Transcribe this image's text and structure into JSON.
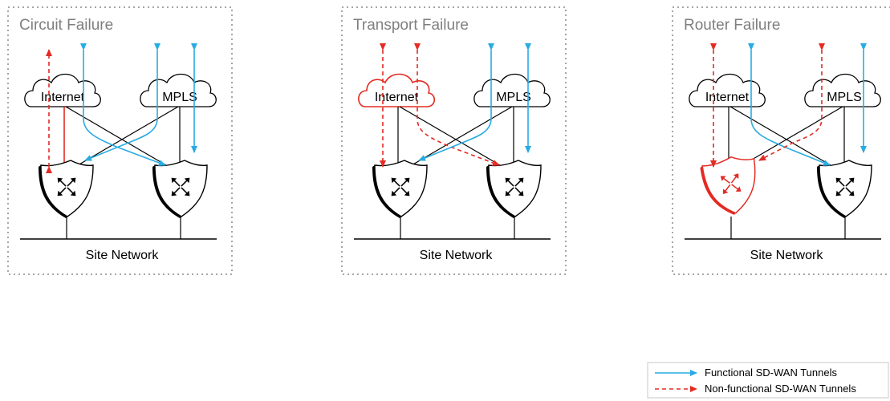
{
  "colors": {
    "functional": "#29abe2",
    "nonfunctional": "#e32b23",
    "border": "#a6a6a6",
    "title": "#7f7f7f"
  },
  "panels": [
    {
      "title": "Circuit Failure",
      "internet_label": "Internet",
      "mpls_label": "MPLS",
      "site_label": "Site Network",
      "failed_element": "internet-circuit-left-router"
    },
    {
      "title": "Transport Failure",
      "internet_label": "Internet",
      "mpls_label": "MPLS",
      "site_label": "Site Network",
      "failed_element": "internet-cloud"
    },
    {
      "title": "Router Failure",
      "internet_label": "Internet",
      "mpls_label": "MPLS",
      "site_label": "Site Network",
      "failed_element": "left-router"
    }
  ],
  "legend": {
    "functional_label": "Functional SD-WAN Tunnels",
    "nonfunctional_label": "Non-functional SD-WAN Tunnels"
  }
}
